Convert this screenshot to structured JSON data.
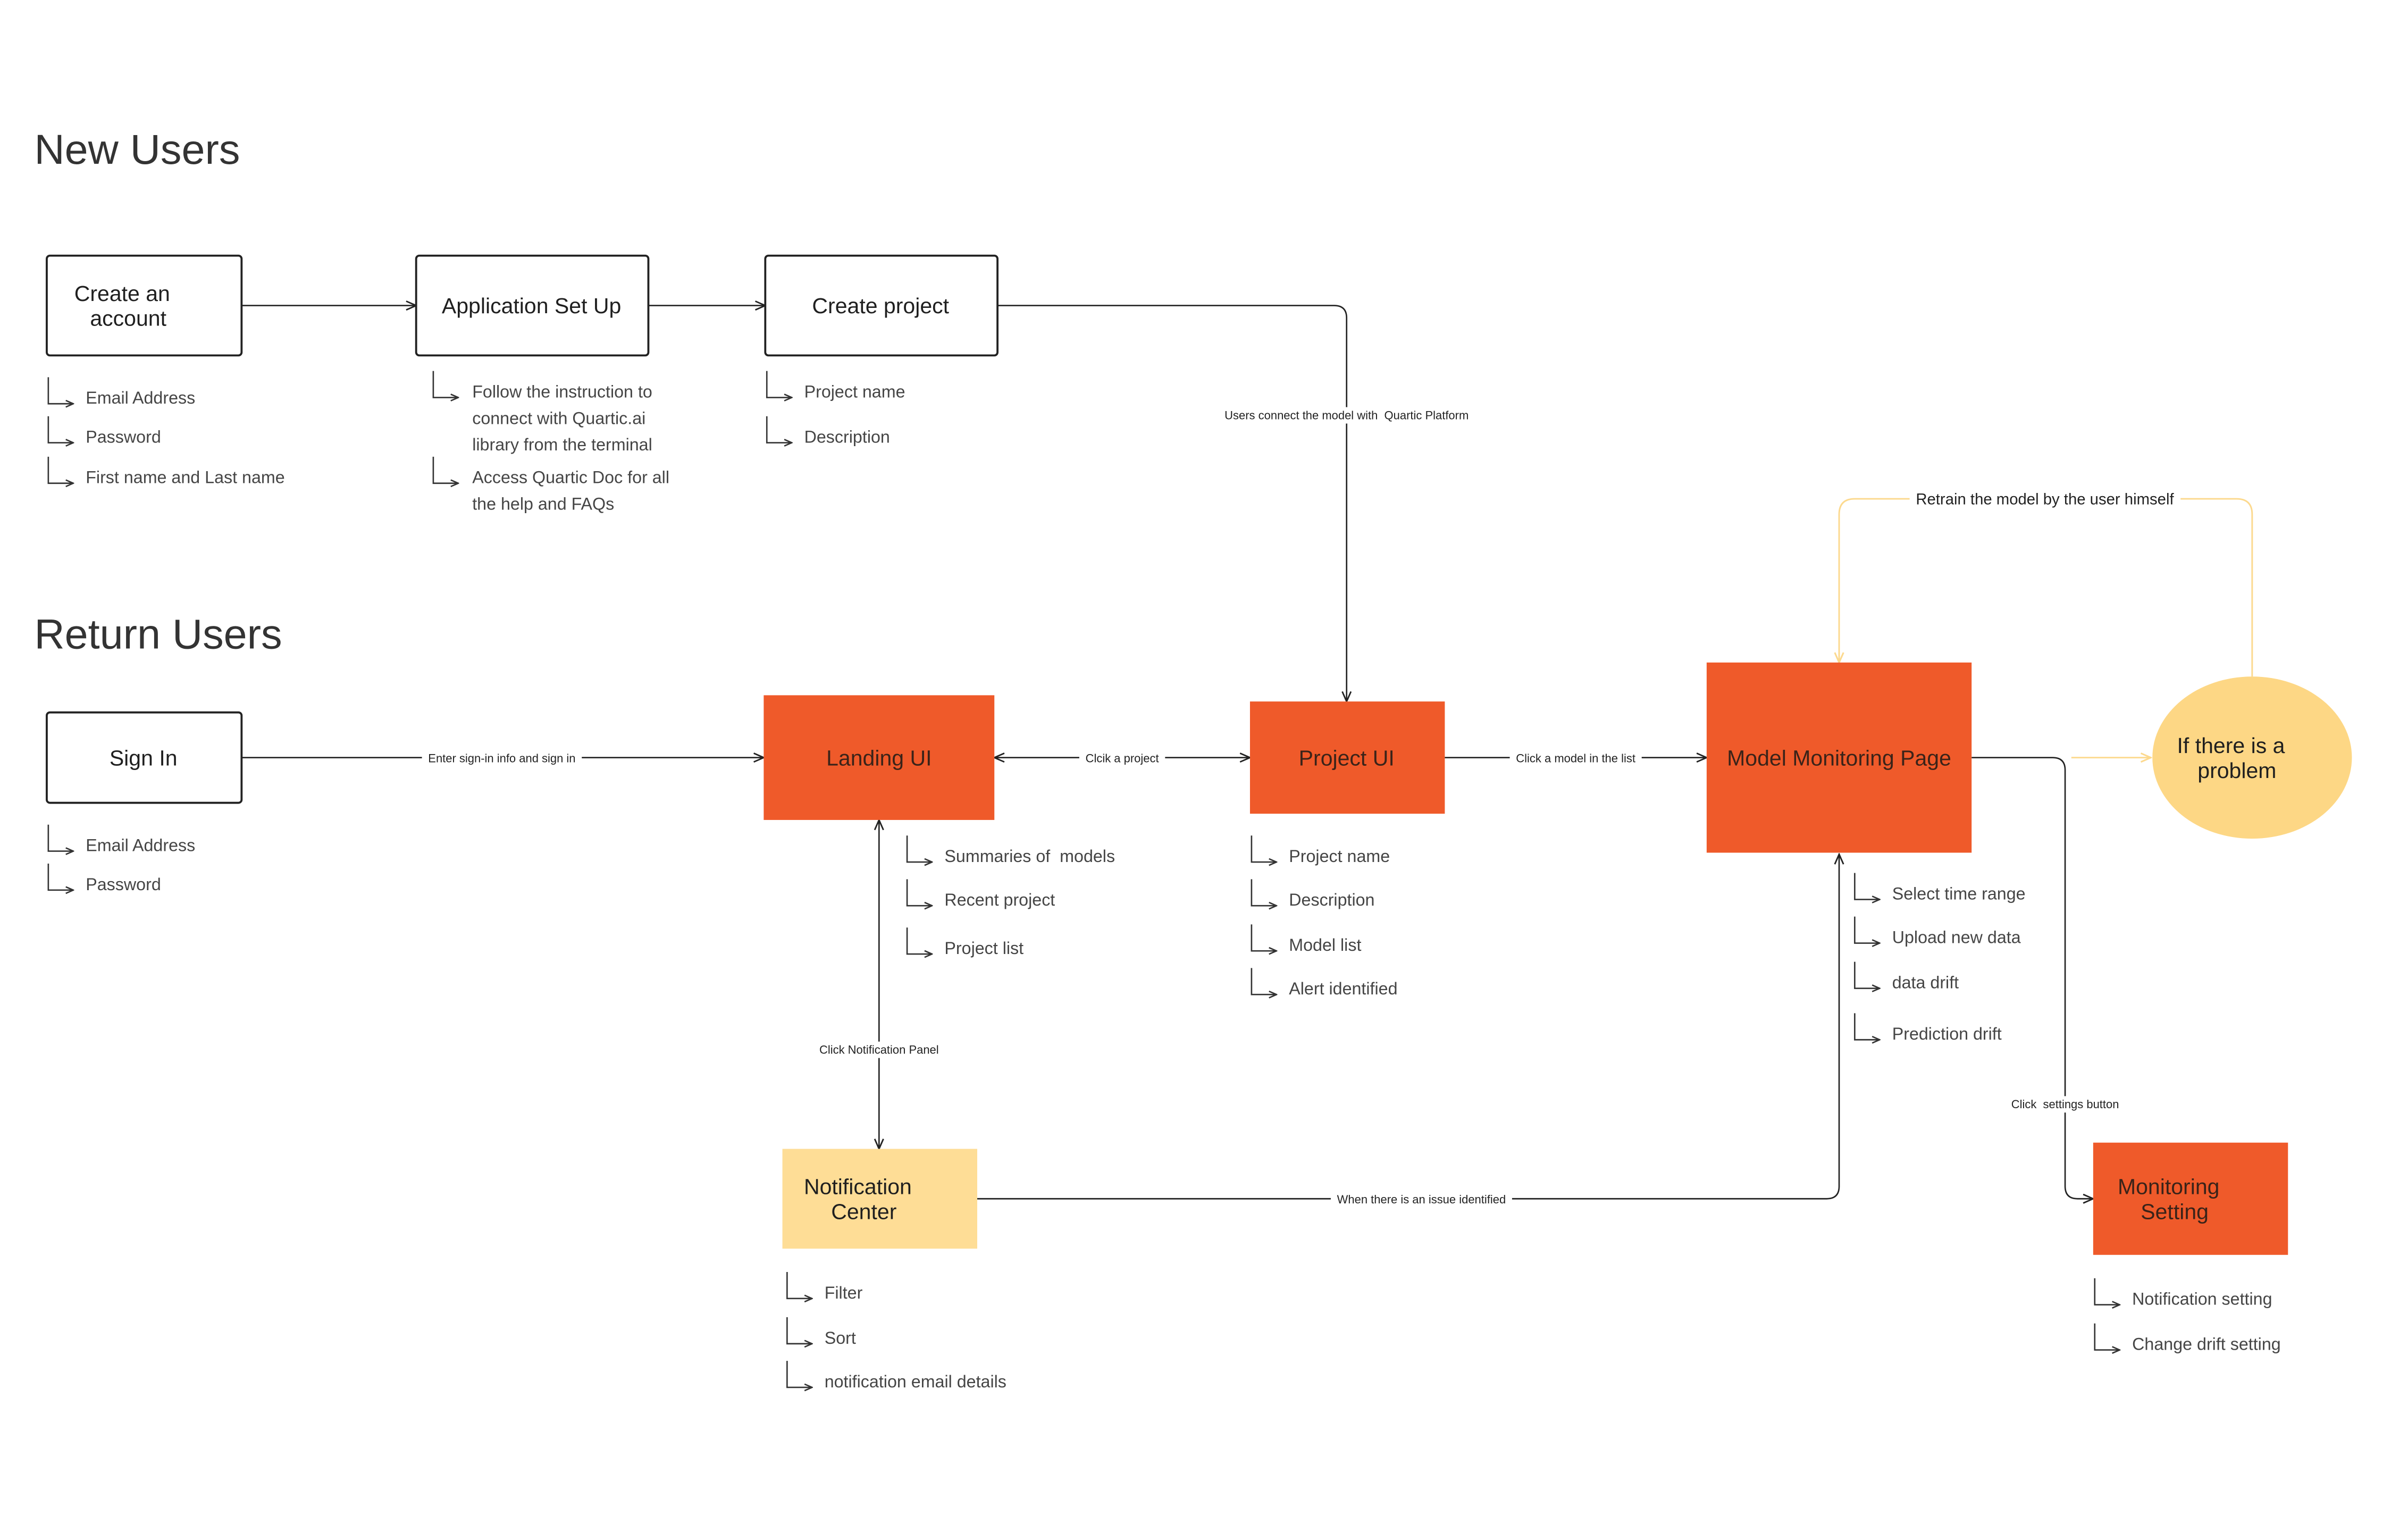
{
  "sections": {
    "new_users_title": "New Users",
    "return_users_title": "Return Users"
  },
  "nodes": {
    "create_account": {
      "label": [
        "Create an",
        "account"
      ],
      "items": [
        "Email Address",
        "Password",
        "First name and Last name"
      ]
    },
    "application_setup": {
      "label": "Application Set Up",
      "items": [
        [
          "Follow the instruction to",
          "connect with Quartic.ai",
          "library from the terminal"
        ],
        [
          "Access Quartic Doc for all",
          "the help and FAQs"
        ]
      ]
    },
    "create_project": {
      "label": "Create project",
      "items": [
        "Project name",
        "Description"
      ]
    },
    "sign_in": {
      "label": "Sign In",
      "items": [
        "Email Address",
        "Password"
      ]
    },
    "landing_ui": {
      "label": "Landing UI",
      "items": [
        "Summaries of  models",
        "Recent project",
        "Project list"
      ]
    },
    "project_ui": {
      "label": "Project UI",
      "items": [
        "Project name",
        "Description",
        "Model list",
        "Alert identified"
      ]
    },
    "model_monitoring": {
      "label": "Model Monitoring Page",
      "items": [
        "Select time range",
        "Upload new data",
        "data drift",
        "Prediction drift"
      ]
    },
    "notification_center": {
      "label": [
        "Notification",
        "Center"
      ],
      "items": [
        "Filter",
        "Sort",
        "notification email details"
      ]
    },
    "monitoring_setting": {
      "label": [
        "Monitoring",
        "Setting"
      ],
      "items": [
        "Notification setting",
        "Change drift setting"
      ]
    },
    "problem": {
      "label": [
        "If there is a",
        "problem"
      ]
    }
  },
  "edges": {
    "connect_model": "Users connect the model with  Quartic Platform",
    "sign_in": "Enter sign-in info and sign in",
    "click_project": "Clcik a project",
    "click_model": "Click a model in the list",
    "click_settings": "Click  settings button",
    "retrain": "Retrain the model by the user himself",
    "click_notification": "Click Notification Panel",
    "issue_identified": "When there is an issue identified"
  },
  "colors": {
    "orange": "#EF5A2A",
    "light_yellow": "#FEDD96",
    "problem_yellow": "#FDD785",
    "retrain_line": "#FCD98E"
  }
}
